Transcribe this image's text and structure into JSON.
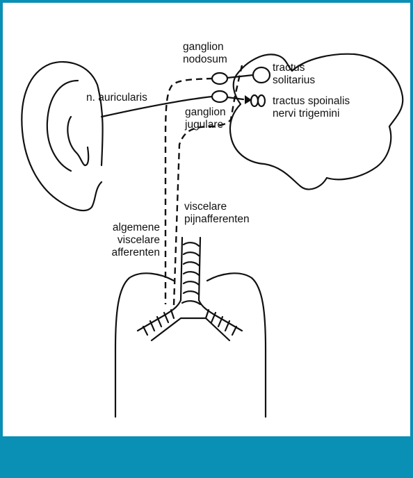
{
  "colors": {
    "frame": "#0a8fb5",
    "bar": "#0a8fb5",
    "ink": "#111111"
  },
  "labels": {
    "ganglion_nodosum": [
      "ganglion",
      "nodosum"
    ],
    "tractus_solitarius": [
      "tractus",
      "solitarius"
    ],
    "n_auricularis": "n. auricularis",
    "tractus_spoinalis": [
      "tractus spoinalis",
      "nervi trigemini"
    ],
    "ganglion_jugulare": [
      "ganglion",
      "jugulare"
    ],
    "viscerale_pijn": [
      "viscelare",
      "pijnafferenten"
    ],
    "algemene": [
      "algemene",
      "viscelare",
      "afferenten"
    ]
  }
}
